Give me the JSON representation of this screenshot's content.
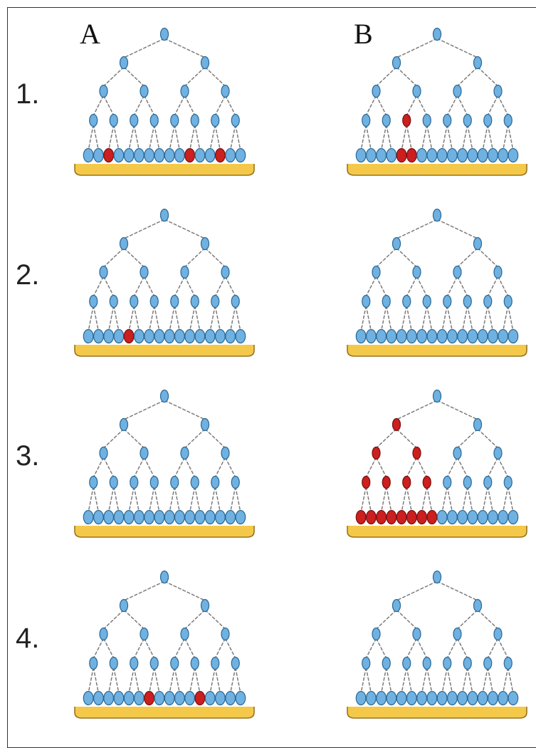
{
  "columns": [
    {
      "label": "A"
    },
    {
      "label": "B"
    }
  ],
  "rows": [
    {
      "label": "1."
    },
    {
      "label": "2."
    },
    {
      "label": "3."
    },
    {
      "label": "4."
    }
  ],
  "colors": {
    "node": "#6fb1e0",
    "node_stroke": "#2a6896",
    "highlight": "#cc1f1f",
    "highlight_stroke": "#7a0e0e",
    "edge": "#7a7a7a",
    "base_fill": "#f4c94a",
    "base_stroke": "#9a7420"
  },
  "tree": {
    "levels": 5
  },
  "panels": [
    {
      "row": 0,
      "col": 0,
      "highlighted": {
        "leaves": [
          2,
          10,
          13
        ],
        "l3": [],
        "l2": [],
        "l1": []
      }
    },
    {
      "row": 0,
      "col": 1,
      "highlighted": {
        "leaves": [
          4,
          5
        ],
        "l3": [
          2
        ],
        "l2": [],
        "l1": []
      }
    },
    {
      "row": 1,
      "col": 0,
      "highlighted": {
        "leaves": [
          4
        ],
        "l3": [],
        "l2": [],
        "l1": []
      }
    },
    {
      "row": 1,
      "col": 1,
      "highlighted": {
        "leaves": [],
        "l3": [],
        "l2": [],
        "l1": []
      }
    },
    {
      "row": 2,
      "col": 0,
      "highlighted": {
        "leaves": [],
        "l3": [],
        "l2": [],
        "l1": []
      }
    },
    {
      "row": 2,
      "col": 1,
      "highlighted": {
        "leaves": [
          0,
          1,
          2,
          3,
          4,
          5,
          6,
          7
        ],
        "l3": [
          0,
          1,
          2,
          3
        ],
        "l2": [
          0,
          1
        ],
        "l1": [
          0
        ]
      }
    },
    {
      "row": 3,
      "col": 0,
      "highlighted": {
        "leaves": [
          6,
          11
        ],
        "l3": [],
        "l2": [],
        "l1": []
      }
    },
    {
      "row": 3,
      "col": 1,
      "highlighted": {
        "leaves": [],
        "l3": [],
        "l2": [],
        "l1": []
      }
    }
  ]
}
